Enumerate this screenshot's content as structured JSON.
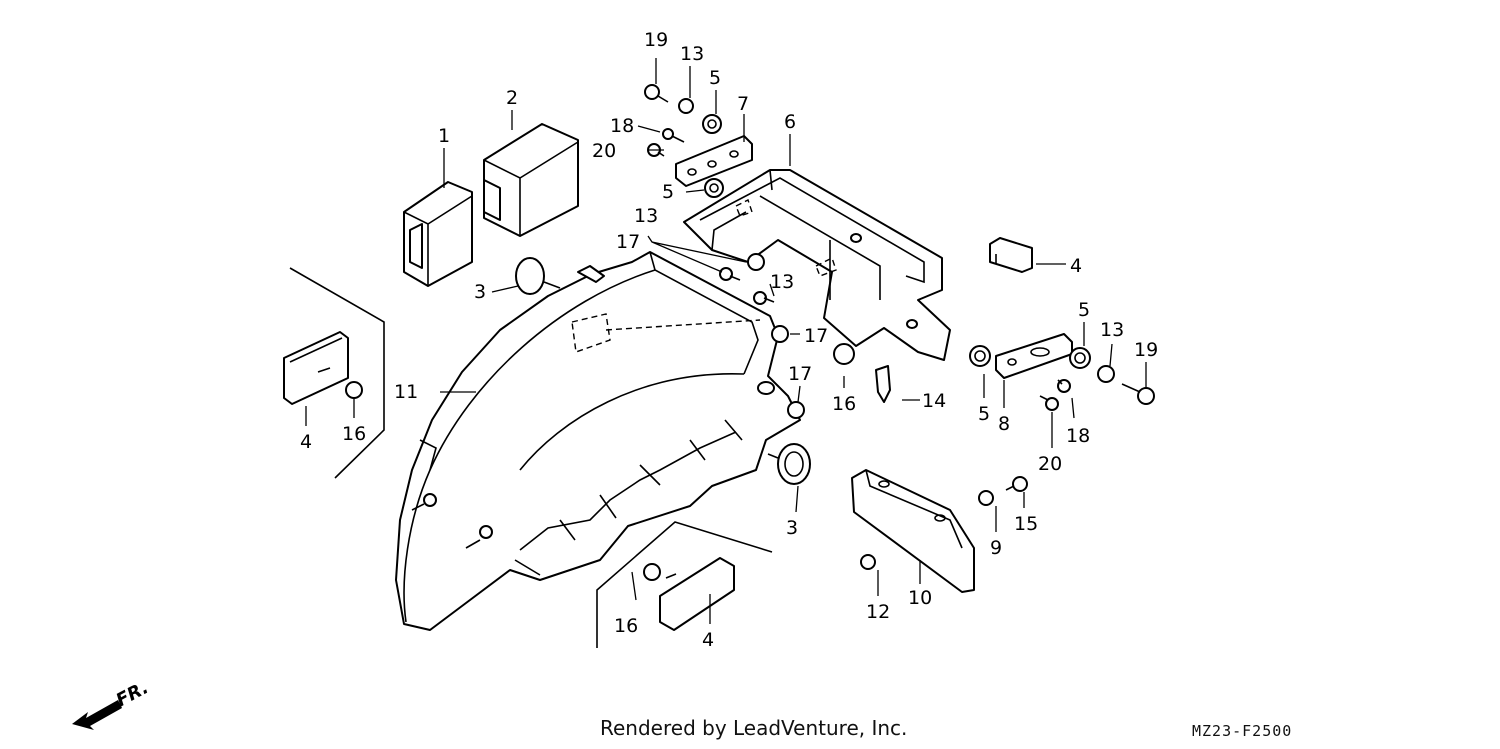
{
  "diagram": {
    "direction_label": "FR.",
    "callouts": {
      "c19a": "19",
      "c13a": "13",
      "c5a": "5",
      "c7": "7",
      "c2": "2",
      "c18a": "18",
      "c20a": "20",
      "c1": "1",
      "c6": "6",
      "c5b": "5",
      "c13b": "13",
      "c17a": "17",
      "c13c": "13",
      "c4a": "4",
      "c3a": "3",
      "c5c": "5",
      "c13d": "13",
      "c19b": "19",
      "c17b": "17",
      "c11": "11",
      "c17c": "17",
      "c16a": "16",
      "c14": "14",
      "c5d": "5",
      "c8": "8",
      "c18b": "18",
      "c4b": "4",
      "c16b": "16",
      "c20b": "20",
      "c3b": "3",
      "c9": "9",
      "c15": "15",
      "c10": "10",
      "c12": "12",
      "c16c": "16",
      "c4c": "4"
    }
  },
  "footer": {
    "credit": "Rendered by LeadVenture, Inc.",
    "diagram_code": "MZ23-F2500"
  }
}
